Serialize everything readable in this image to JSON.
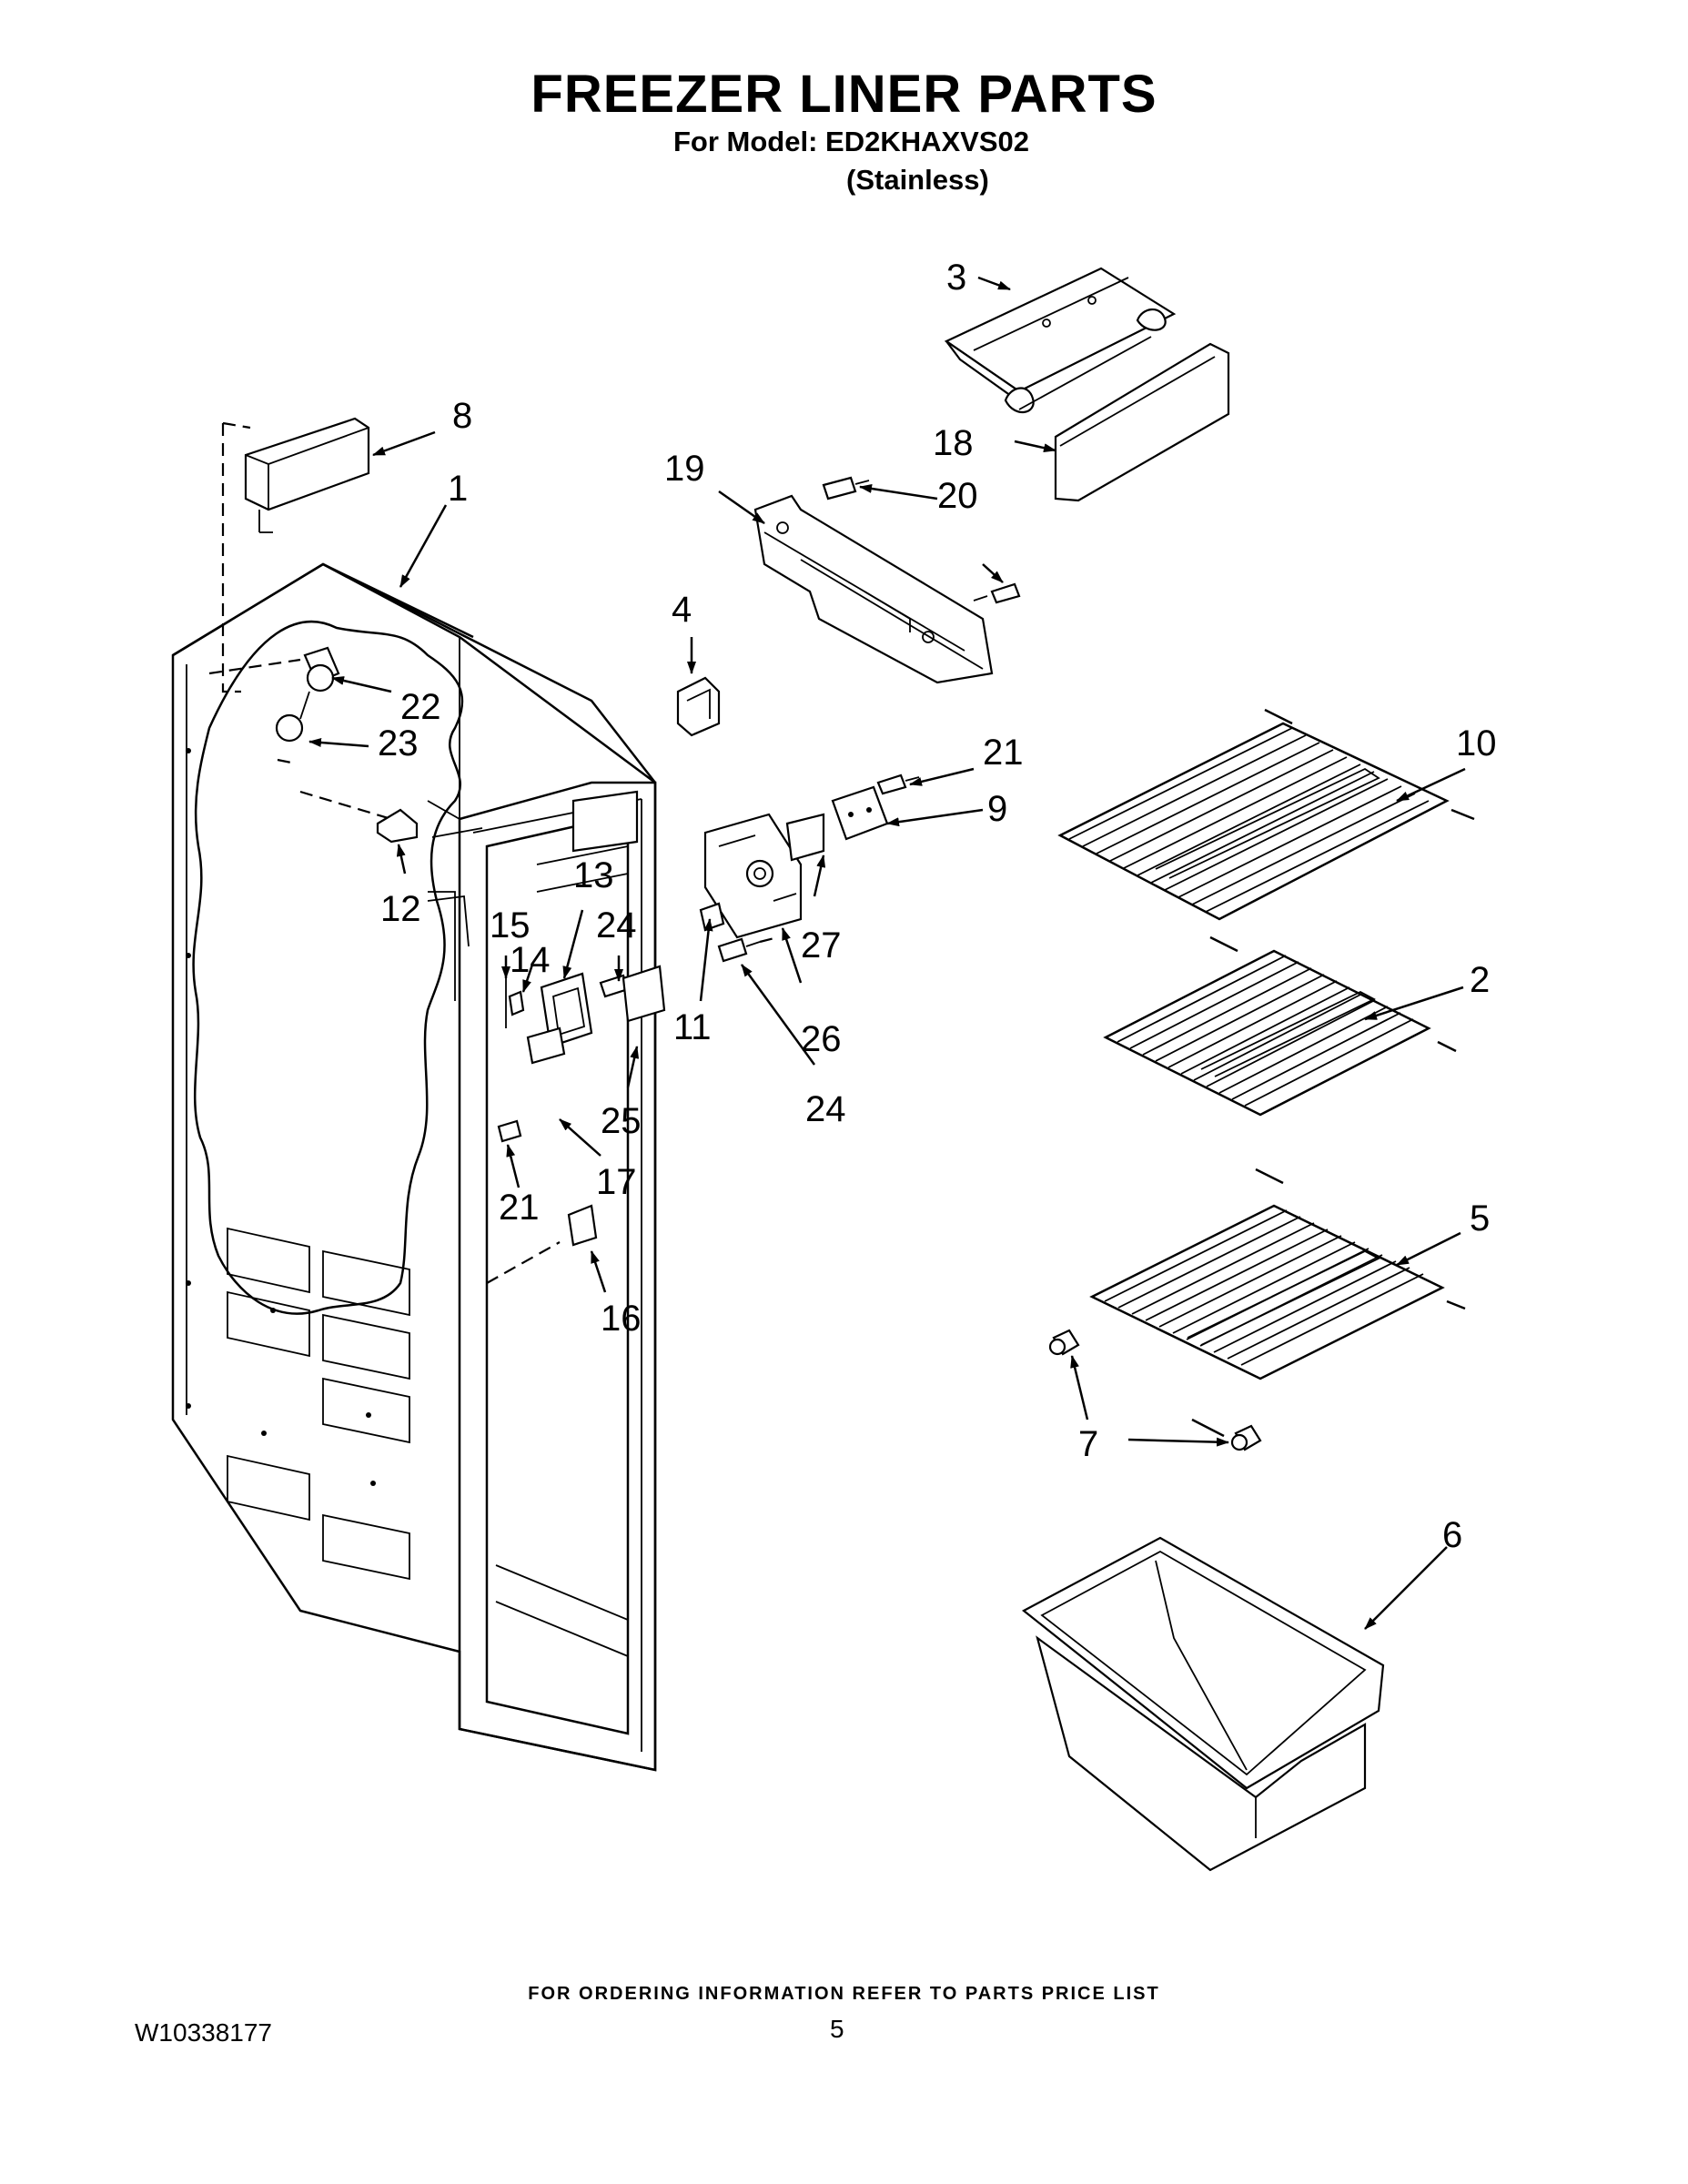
{
  "header": {
    "title": "FREEZER LINER PARTS",
    "model_line": "For Model: ED2KHAXVS02",
    "finish": "(Stainless)"
  },
  "footer": {
    "note": "FOR ORDERING INFORMATION REFER TO PARTS PRICE LIST",
    "document_number": "W10338177",
    "page_number": "5"
  },
  "callouts": {
    "c1": "1",
    "c2": "2",
    "c3": "3",
    "c4": "4",
    "c5": "5",
    "c6": "6",
    "c7": "7",
    "c8": "8",
    "c9": "9",
    "c10": "10",
    "c11": "11",
    "c12": "12",
    "c13": "13",
    "c14": "14",
    "c15": "15",
    "c16": "16",
    "c17": "17",
    "c18": "18",
    "c19": "19",
    "c20": "20",
    "c21a": "21",
    "c21b": "21",
    "c22": "22",
    "c23": "23",
    "c24a": "24",
    "c24b": "24",
    "c25": "25",
    "c26": "26",
    "c27": "27"
  }
}
